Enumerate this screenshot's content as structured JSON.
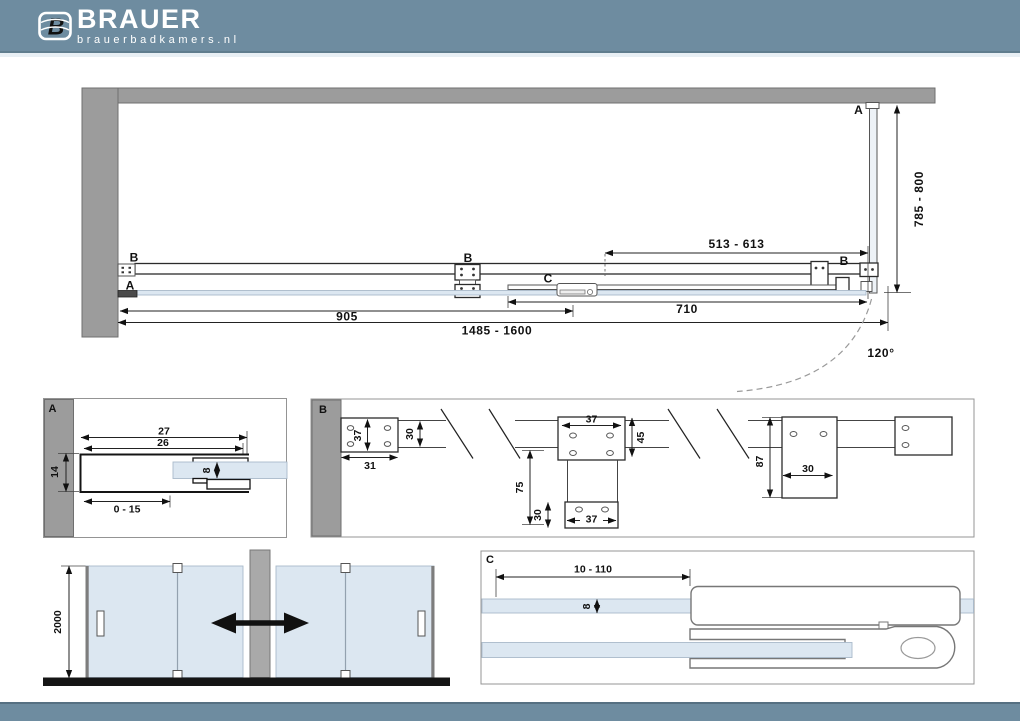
{
  "header": {
    "brand": "BRAUER",
    "site": "brauerbadkamers.nl",
    "logo_letter": "B"
  },
  "top_view": {
    "labels": {
      "a_left": "A",
      "b_left": "B",
      "b_mid": "B",
      "c": "C",
      "b_right": "B",
      "a_right": "A"
    },
    "dims": {
      "opening": "513 - 613",
      "door": "710",
      "fixed_panel": "905",
      "total_width": "1485 - 1600",
      "side_depth": "785 - 800",
      "swing_angle": "120°"
    }
  },
  "detail_a": {
    "label": "A",
    "dims": {
      "profile_outer": "27",
      "profile_inner": "26",
      "profile_depth": "14",
      "glass_thickness": "8",
      "adjustment": "0 - 15"
    }
  },
  "detail_b": {
    "label": "B",
    "dims": {
      "wall_plate_height": "37",
      "wall_plate_width": "31",
      "tube_height": "30",
      "plate_width_top": "37",
      "plate_height": "45",
      "drop_height": "75",
      "foot_height": "30",
      "foot_width": "37",
      "side_plate_height": "87",
      "side_plate_width": "30"
    }
  },
  "detail_c": {
    "label": "C",
    "dims": {
      "adjustment": "10 - 110",
      "glass_thickness": "8"
    }
  },
  "elevation": {
    "dims": {
      "door_height": "2000"
    }
  }
}
